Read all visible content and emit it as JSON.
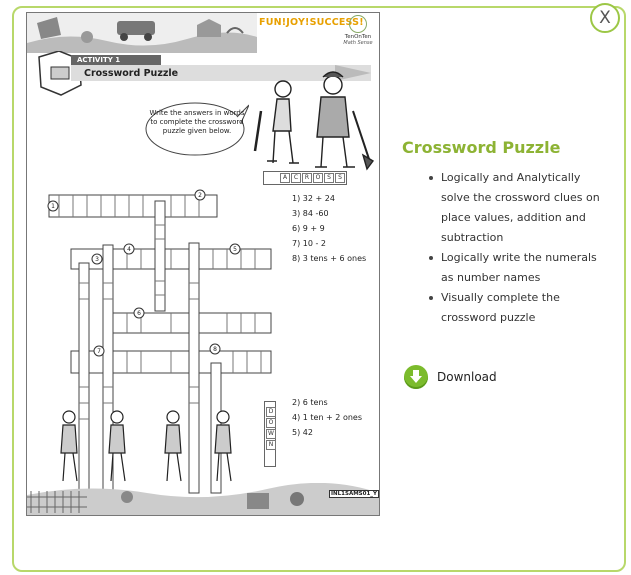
{
  "close_label": "X",
  "worksheet": {
    "brand": "FUN!JOY!SUCCESS!",
    "logo_name": "TenOnTen",
    "logo_tag": "Math Sense",
    "activity_label": "ACTIVITY  1",
    "puzzle_title": "Crossword Puzzle",
    "instruction": "Write the answers in words to complete the crossword puzzle given below.",
    "across_letters": [
      "A",
      "C",
      "R",
      "O",
      "S",
      "S"
    ],
    "across_clues": [
      "1) 32 + 24",
      "3) 84 -60",
      "6) 9 + 9",
      "7) 10 - 2",
      "8) 3 tens + 6 ones"
    ],
    "down_letters": [
      "D",
      "O",
      "W",
      "N"
    ],
    "down_clues": [
      "2) 6 tens",
      "4) 1 ten + 2 ones",
      "5) 42"
    ],
    "code": "INL1SAMS01_Y"
  },
  "info": {
    "title": "Crossword Puzzle",
    "bullets": [
      "Logically and Analytically solve the crossword clues on place values, addition and subtraction",
      "Logically write the numerals as number names",
      "Visually complete the crossword puzzle"
    ],
    "download_label": "Download"
  },
  "colors": {
    "accent_green": "#8db334",
    "border_green": "#b8d86a",
    "download_green": "#7bbb2c"
  },
  "icons": {
    "close": "close-icon",
    "download": "download-arrow-icon"
  }
}
